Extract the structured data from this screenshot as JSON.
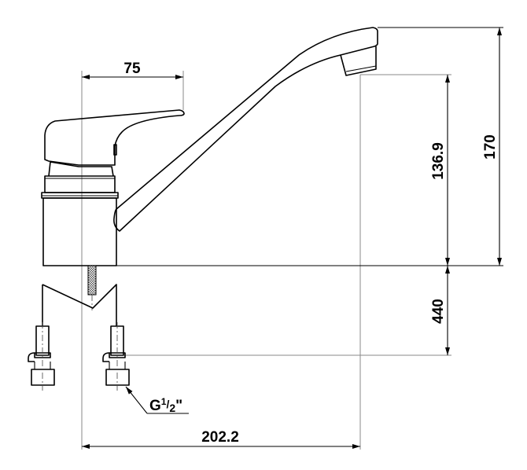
{
  "drawing": {
    "title": "Single-lever kitchen faucet dimension drawing",
    "dimensions": {
      "handle_offset": "75",
      "spout_outlet_height": "136.9",
      "total_height": "170",
      "hose_length": "440",
      "spout_reach": "202.2"
    },
    "thread_label": {
      "main": "G",
      "num": "1",
      "den": "2",
      "suffix": "\""
    }
  }
}
